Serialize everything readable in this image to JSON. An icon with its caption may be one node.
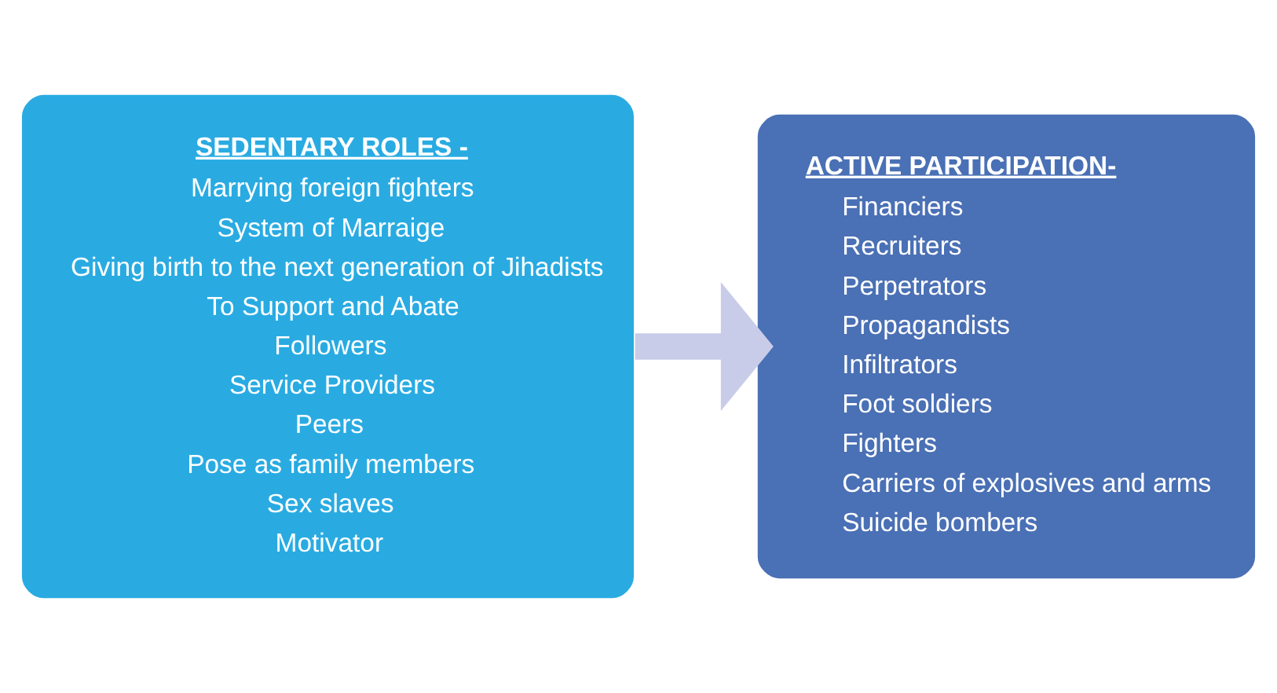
{
  "diagram": {
    "nodes": [
      {
        "text": [
          "SEDENTARY ROLES -",
          "Marrying foreign fighters",
          "System of Marraige",
          "Giving birth to the next generation of Jihadists",
          "To Support and Abate",
          "Followers",
          "Service Providers",
          "Peers",
          "Pose as family members",
          "Sex slaves",
          "Motivator"
        ]
      },
      {
        "text": [
          "ACTIVE PARTICIPATION-",
          "Financiers",
          "Recruiters",
          "Perpetrators",
          "Propagandists",
          "Infiltrators",
          "Foot soldiers",
          "Fighters",
          "Carriers of explosives and arms",
          "Suicide bombers"
        ]
      }
    ],
    "edges": [
      {
        "from": 0,
        "to": 1,
        "arrow": "to"
      }
    ]
  }
}
